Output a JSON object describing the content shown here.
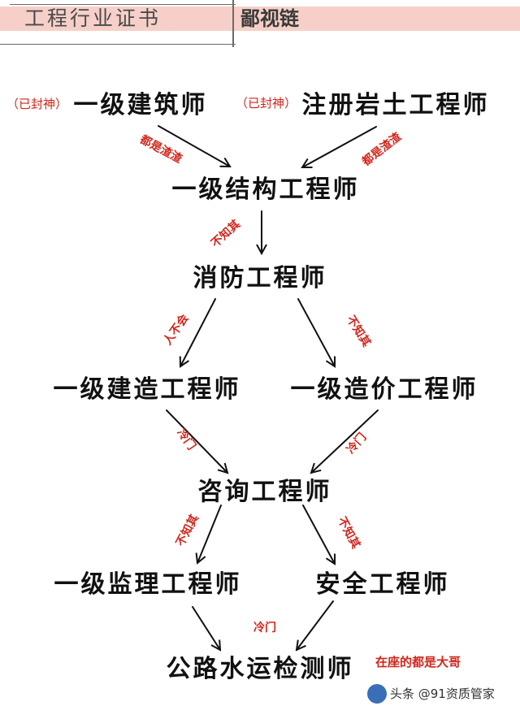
{
  "header": {
    "title": "工程行业证书",
    "subtitle": "鄙视链"
  },
  "nodes": {
    "architect": "一级建筑师",
    "geotech": "注册岩土工程师",
    "structural": "一级结构工程师",
    "fire": "消防工程师",
    "constructor": "一级建造工程师",
    "cost": "一级造价工程师",
    "consulting": "咨询工程师",
    "supervision": "一级监理工程师",
    "safety": "安全工程师",
    "highway": "公路水运检测师"
  },
  "labels": {
    "sealed_left": "（已封神）",
    "sealed_right": "（已封神）",
    "trash_left": "都是渣渣",
    "trash_right": "都是渣渣",
    "dunno_1": "不知其",
    "dunno_2": "不知其",
    "dunno_3": "不知其",
    "dunno_4": "不知其",
    "not_bad": "人不会",
    "cold_1": "冷门",
    "cold_2": "冷门",
    "cold_3": "冷门"
  },
  "footer": {
    "note": "在座的都是大哥",
    "watermark": "头条 @91资质管家"
  },
  "colors": {
    "accent": "#d1261c",
    "band": "#f6d0c8",
    "text": "#111111"
  }
}
